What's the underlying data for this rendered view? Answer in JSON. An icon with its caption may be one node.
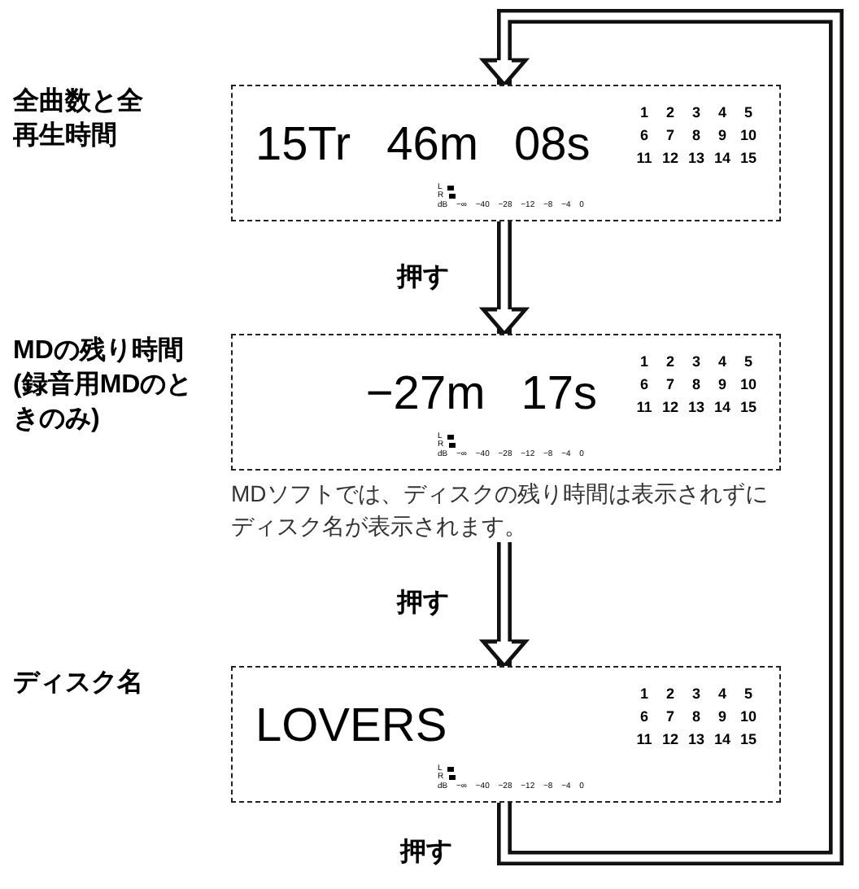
{
  "diagram": {
    "nodes": [
      {
        "text": [
          "15Tr",
          "46m",
          "08s",
          "1 2 3 4 5 6 7 8 9 10 11 12 13 14 15",
          "L",
          "R",
          "dB −∞ −40 −28 −12 −8 −4 0"
        ],
        "beside": [
          "全曲数と全再生時間"
        ]
      },
      {
        "text": [
          "−27m",
          "17s",
          "1 2 3 4 5 6 7 8 9 10 11 12 13 14 15",
          "L",
          "R",
          "dB −∞ −40 −28 −12 −8 −4 0"
        ],
        "beside": [
          "MDの残り時間(録音用MDのときのみ)",
          "MDソフトでは、ディスクの残り時間は表示されずにディスク名が表示されます。"
        ]
      },
      {
        "text": [
          "LOVERS",
          "1 2 3 4 5 6 7 8 9 10 11 12 13 14 15",
          "L",
          "R",
          "dB −∞ −40 −28 −12 −8 −4 0"
        ],
        "beside": [
          "ディスク名"
        ]
      }
    ],
    "edges": [
      {
        "from": 0,
        "to": 1,
        "arrow": "to",
        "label": "押す"
      },
      {
        "from": 1,
        "to": 2,
        "arrow": "to",
        "label": "押す"
      },
      {
        "from": 2,
        "to": 0,
        "arrow": "to",
        "label": "押す"
      }
    ]
  }
}
